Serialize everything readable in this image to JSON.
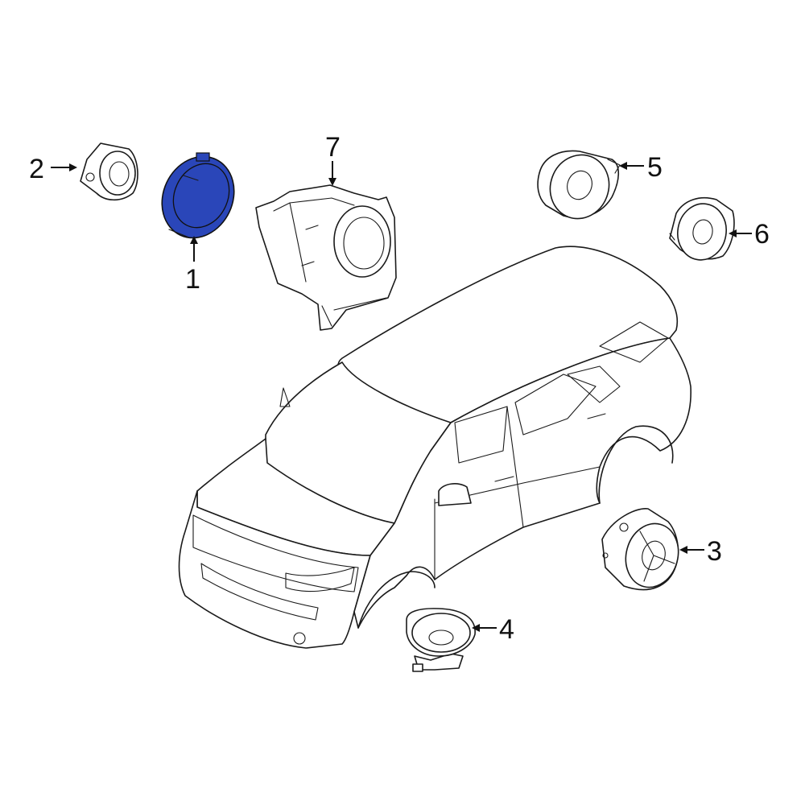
{
  "diagram": {
    "highlight_color": "#2a46b9",
    "callouts": [
      {
        "id": "1",
        "label": "1"
      },
      {
        "id": "2",
        "label": "2"
      },
      {
        "id": "3",
        "label": "3"
      },
      {
        "id": "4",
        "label": "4"
      },
      {
        "id": "5",
        "label": "5"
      },
      {
        "id": "6",
        "label": "6"
      },
      {
        "id": "7",
        "label": "7"
      }
    ]
  }
}
